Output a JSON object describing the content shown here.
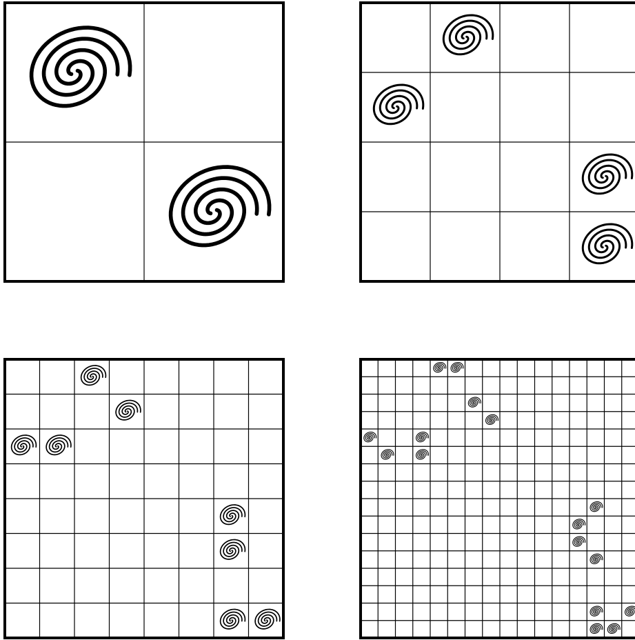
{
  "colors": {
    "ink": "#000000",
    "paper": "#ffffff"
  },
  "icon": "spiral-galaxy-icon",
  "panels": [
    {
      "id": "panel-2x2",
      "cells": 2,
      "galaxies": [
        [
          0,
          0
        ],
        [
          1,
          1
        ]
      ]
    },
    {
      "id": "panel-4x4",
      "cells": 4,
      "galaxies": [
        [
          1,
          0
        ],
        [
          0,
          1
        ],
        [
          3,
          2
        ],
        [
          3,
          3
        ]
      ]
    },
    {
      "id": "panel-8x8",
      "cells": 8,
      "galaxies": [
        [
          2,
          0
        ],
        [
          3,
          1
        ],
        [
          0,
          2
        ],
        [
          1,
          2
        ],
        [
          6,
          4
        ],
        [
          6,
          5
        ],
        [
          6,
          7
        ],
        [
          7,
          7
        ]
      ]
    },
    {
      "id": "panel-16x16",
      "cells": 16,
      "galaxies": [
        [
          4,
          0
        ],
        [
          5,
          0
        ],
        [
          6,
          2
        ],
        [
          7,
          3
        ],
        [
          0,
          4
        ],
        [
          3,
          4
        ],
        [
          1,
          5
        ],
        [
          3,
          5
        ],
        [
          13,
          8
        ],
        [
          12,
          9
        ],
        [
          12,
          10
        ],
        [
          13,
          11
        ],
        [
          13,
          14
        ],
        [
          15,
          14
        ],
        [
          13,
          15
        ],
        [
          14,
          15
        ]
      ]
    }
  ]
}
